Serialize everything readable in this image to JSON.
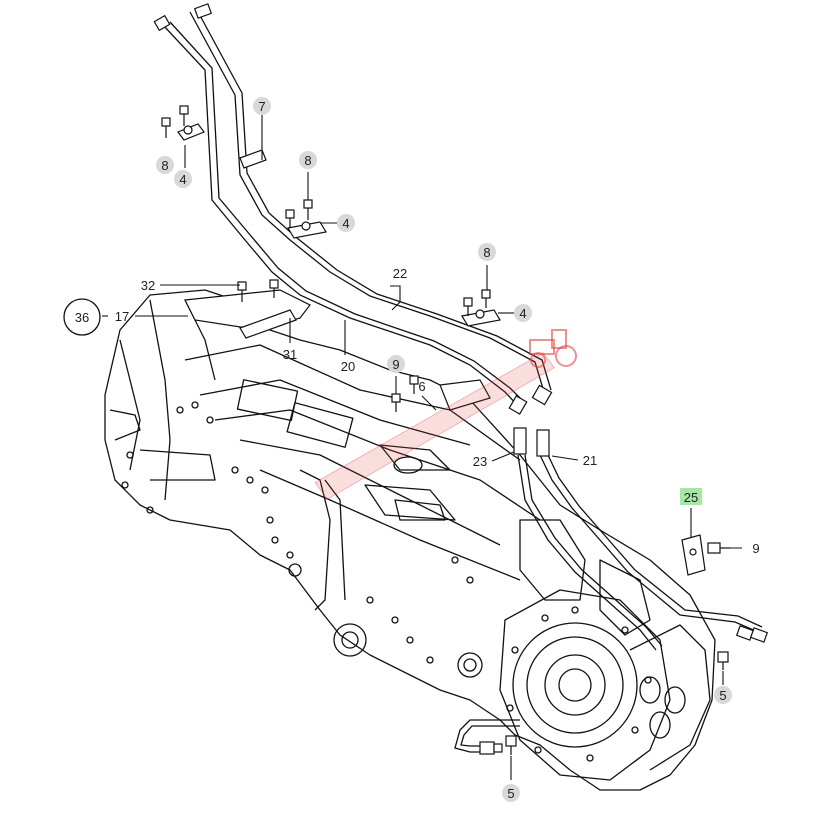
{
  "colors": {
    "bubble": "#d8d8d8",
    "highlight": "#a6e6a6",
    "line": "#111111",
    "watermark": "#e04646"
  },
  "callouts": [
    {
      "id": "c7",
      "label": "7"
    },
    {
      "id": "c8a",
      "label": "8"
    },
    {
      "id": "c4a",
      "label": "4"
    },
    {
      "id": "c8b",
      "label": "8"
    },
    {
      "id": "c4b",
      "label": "4"
    },
    {
      "id": "c8c",
      "label": "8"
    },
    {
      "id": "c4c",
      "label": "4"
    },
    {
      "id": "c22",
      "label": "22"
    },
    {
      "id": "c32",
      "label": "32"
    },
    {
      "id": "c36",
      "label": "36"
    },
    {
      "id": "c17",
      "label": "17"
    },
    {
      "id": "c31",
      "label": "31"
    },
    {
      "id": "c20",
      "label": "20"
    },
    {
      "id": "c9a",
      "label": "9"
    },
    {
      "id": "c6",
      "label": "6"
    },
    {
      "id": "c23",
      "label": "23"
    },
    {
      "id": "c21",
      "label": "21"
    },
    {
      "id": "c25",
      "label": "25"
    },
    {
      "id": "c9b",
      "label": "9"
    },
    {
      "id": "c5a",
      "label": "5"
    },
    {
      "id": "c5b",
      "label": "5"
    }
  ],
  "watermark": {
    "icon": "tractor-logo-icon"
  }
}
